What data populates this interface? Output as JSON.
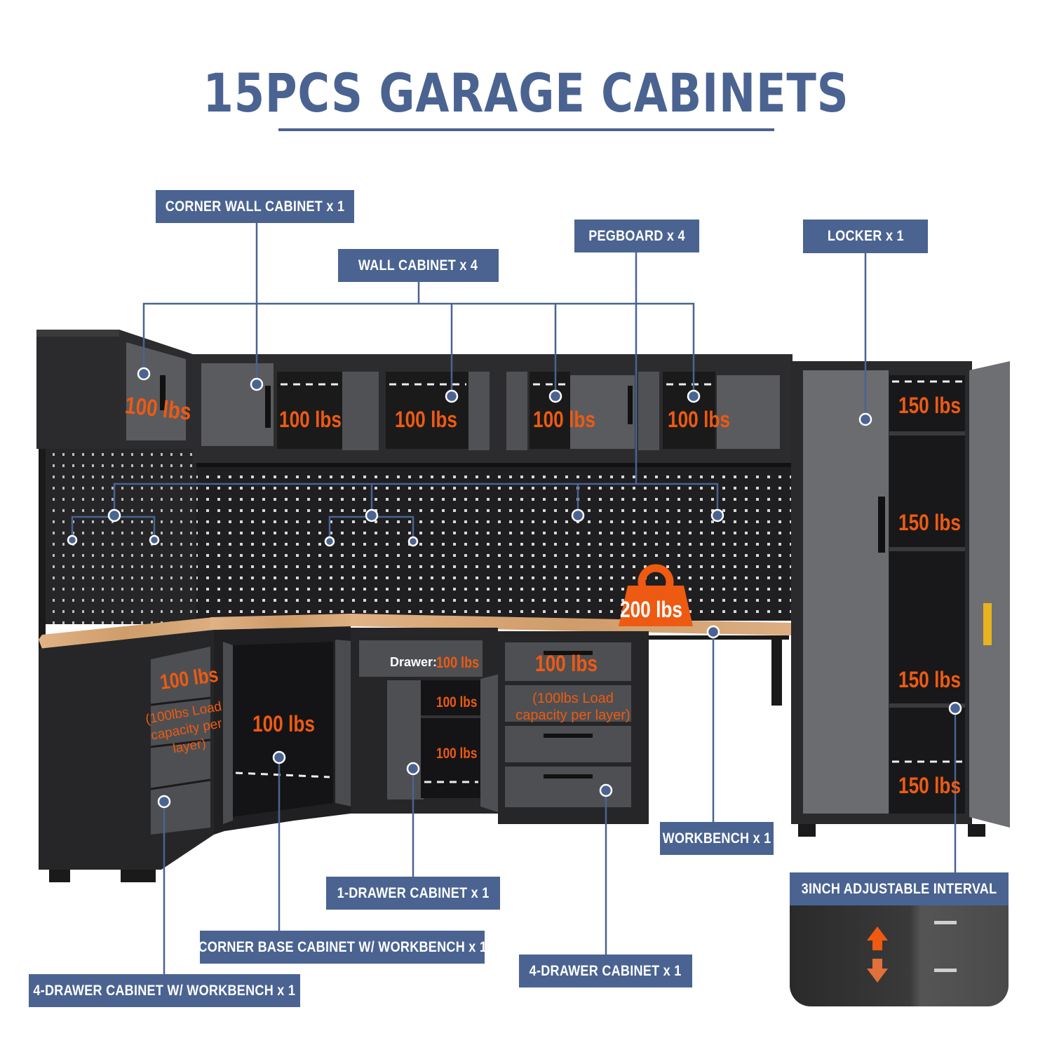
{
  "title": "15PCS GARAGE CABINETS",
  "labels": {
    "corner_wall_cabinet": "CORNER WALL CABINET  x 1",
    "wall_cabinet": "WALL CABINET  x 4",
    "pegboard": "PEGBOARD   x 4",
    "locker": "LOCKER  x 1",
    "workbench": "WORKBENCH x 1",
    "adjustable_interval": "3INCH ADJUSTABLE INTERVAL",
    "one_drawer_cabinet": "1-DRAWER CABINET  x 1",
    "corner_base_cabinet": "CORNER BASE CABINET W/ WORKBENCH  x 1",
    "four_drawer_cabinet": "4-DRAWER CABINET  x 1",
    "four_drawer_workbench": "4-DRAWER CABINET W/ WORKBENCH  x 1"
  },
  "weights": {
    "corner_wall": "100 lbs",
    "wall_1": "100 lbs",
    "wall_2": "100 lbs",
    "wall_3": "100 lbs",
    "wall_4": "100 lbs",
    "locker_1": "150 lbs",
    "locker_2": "150 lbs",
    "locker_3": "150 lbs",
    "locker_4": "150 lbs",
    "workbench": "200 lbs",
    "left_drawers": "100 lbs",
    "left_drawers_note": "(100lbs Load capacity per layer)",
    "corner_base": "100 lbs",
    "drawer_prefix": "Drawer:",
    "drawer": "100 lbs",
    "one_drawer_shelf_1": "100 lbs",
    "one_drawer_shelf_2": "100 lbs",
    "four_drawer": "100 lbs",
    "four_drawer_note": "(100lbs Load capacity per layer)"
  },
  "colors": {
    "label_bg": "#4a6391",
    "accent": "#ee5a12",
    "cabinet": "#2c2c2e",
    "panel": "#5e5f62",
    "wood": "#d8a877"
  }
}
